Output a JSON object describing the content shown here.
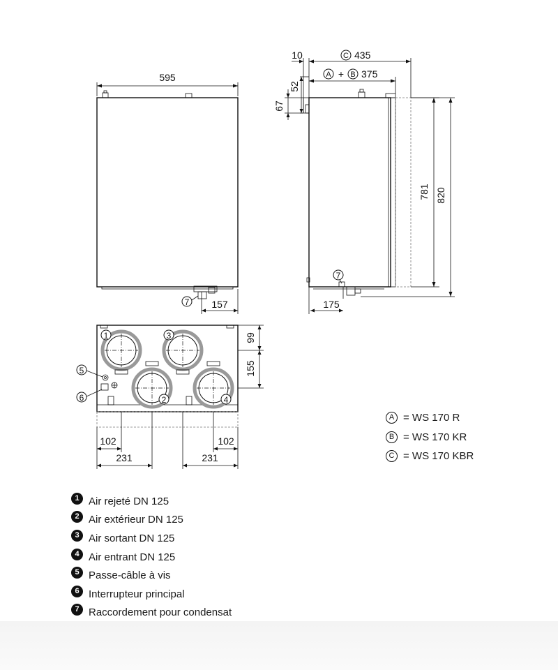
{
  "dimensions": {
    "width_front": "595",
    "front_pipe_offset": "157",
    "top_gap": "10",
    "depth_c": "435",
    "depth_ab": "375",
    "depth_ab_prefix": "+",
    "dim_52": "52",
    "dim_67": "67",
    "height_781": "781",
    "height_820": "820",
    "side_pipe_offset": "175",
    "bottom_99": "99",
    "bottom_155": "155",
    "bottom_102_left": "102",
    "bottom_102_right": "102",
    "bottom_231_left": "231",
    "bottom_231_right": "231"
  },
  "callouts": {
    "n1": "1",
    "n2": "2",
    "n3": "3",
    "n4": "4",
    "n5": "5",
    "n6": "6",
    "n7": "7"
  },
  "variant_letters": {
    "a": "A",
    "b": "B",
    "c": "C"
  },
  "variants": [
    {
      "letter": "A",
      "text": "= WS 170 R"
    },
    {
      "letter": "B",
      "text": "= WS 170 KR"
    },
    {
      "letter": "C",
      "text": "= WS 170 KBR"
    }
  ],
  "legend": [
    {
      "number": "1",
      "label": "Air rejeté DN 125"
    },
    {
      "number": "2",
      "label": "Air extérieur DN 125"
    },
    {
      "number": "3",
      "label": "Air sortant DN 125"
    },
    {
      "number": "4",
      "label": "Air entrant DN 125"
    },
    {
      "number": "5",
      "label": "Passe-câble à vis"
    },
    {
      "number": "6",
      "label": "Interrupteur principal"
    },
    {
      "number": "7",
      "label": "Raccordement pour condensat"
    }
  ]
}
